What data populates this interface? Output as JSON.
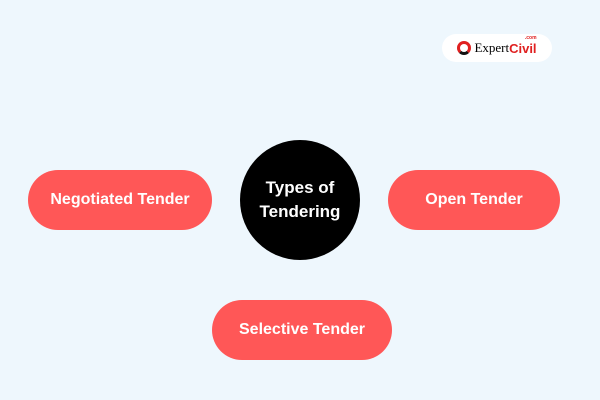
{
  "logo": {
    "brand_a": "Expert",
    "brand_b": "Civil",
    "suffix": ".com"
  },
  "center": {
    "line1": "Types of",
    "line2": "Tendering"
  },
  "nodes": {
    "negotiated": "Negotiated Tender",
    "open": "Open Tender",
    "selective": "Selective Tender"
  },
  "colors": {
    "pill": "#ff5757",
    "center": "#000000",
    "background": "#eef7fd"
  }
}
